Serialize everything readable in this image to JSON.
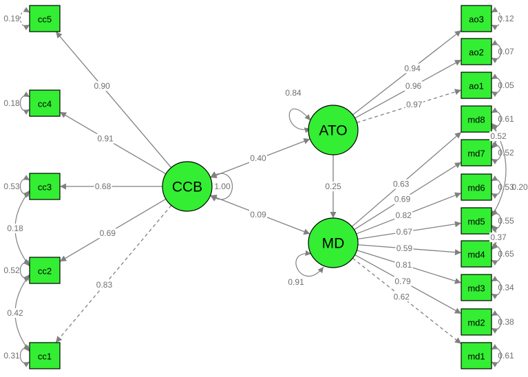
{
  "colors": {
    "node_fill": "#33ee33",
    "edge": "#808080",
    "text": "#6f6f6f"
  },
  "latent": [
    {
      "id": "CCB",
      "label": "CCB",
      "variance": "1.00"
    },
    {
      "id": "ATO",
      "label": "ATO",
      "variance": "0.84"
    },
    {
      "id": "MD",
      "label": "MD",
      "variance": "0.91"
    }
  ],
  "observed": [
    {
      "id": "cc5",
      "label": "cc5",
      "variance": "0.19"
    },
    {
      "id": "cc4",
      "label": "cc4",
      "variance": "0.18"
    },
    {
      "id": "cc3",
      "label": "cc3",
      "variance": "0.53"
    },
    {
      "id": "cc2",
      "label": "cc2",
      "variance": "0.52"
    },
    {
      "id": "cc1",
      "label": "cc1",
      "variance": "0.31"
    },
    {
      "id": "ao3",
      "label": "ao3",
      "variance": "0.12"
    },
    {
      "id": "ao2",
      "label": "ao2",
      "variance": "0.07"
    },
    {
      "id": "ao1",
      "label": "ao1",
      "variance": "0.05"
    },
    {
      "id": "md8",
      "label": "md8",
      "variance": "0.61"
    },
    {
      "id": "md7",
      "label": "md7",
      "variance": "0.52"
    },
    {
      "id": "md6",
      "label": "md6",
      "variance": "0.53"
    },
    {
      "id": "md5",
      "label": "md5",
      "variance": "0.55"
    },
    {
      "id": "md4",
      "label": "md4",
      "variance": "0.65"
    },
    {
      "id": "md3",
      "label": "md3",
      "variance": "0.34"
    },
    {
      "id": "md2",
      "label": "md2",
      "variance": "0.38"
    },
    {
      "id": "md1",
      "label": "md1",
      "variance": "0.61"
    }
  ],
  "loadings": [
    {
      "from": "CCB",
      "to": "cc5",
      "value": "0.90",
      "dashed": false
    },
    {
      "from": "CCB",
      "to": "cc4",
      "value": "0.91",
      "dashed": false
    },
    {
      "from": "CCB",
      "to": "cc3",
      "value": "0.68",
      "dashed": false
    },
    {
      "from": "CCB",
      "to": "cc2",
      "value": "0.69",
      "dashed": false
    },
    {
      "from": "CCB",
      "to": "cc1",
      "value": "0.83",
      "dashed": true
    },
    {
      "from": "ATO",
      "to": "ao3",
      "value": "0.94",
      "dashed": false
    },
    {
      "from": "ATO",
      "to": "ao2",
      "value": "0.96",
      "dashed": false
    },
    {
      "from": "ATO",
      "to": "ao1",
      "value": "0.97",
      "dashed": true
    },
    {
      "from": "MD",
      "to": "md8",
      "value": "0.63",
      "dashed": false
    },
    {
      "from": "MD",
      "to": "md7",
      "value": "0.69",
      "dashed": false
    },
    {
      "from": "MD",
      "to": "md6",
      "value": "0.82",
      "dashed": false
    },
    {
      "from": "MD",
      "to": "md5",
      "value": "0.67",
      "dashed": false
    },
    {
      "from": "MD",
      "to": "md4",
      "value": "0.59",
      "dashed": false
    },
    {
      "from": "MD",
      "to": "md3",
      "value": "0.81",
      "dashed": false
    },
    {
      "from": "MD",
      "to": "md2",
      "value": "0.79",
      "dashed": false
    },
    {
      "from": "MD",
      "to": "md1",
      "value": "0.62",
      "dashed": true
    }
  ],
  "covariances": [
    {
      "from": "CCB",
      "to": "ATO",
      "value": "0.40"
    },
    {
      "from": "CCB",
      "to": "MD",
      "value": "0.09"
    },
    {
      "from": "cc3",
      "to": "cc2",
      "value": "0.18"
    },
    {
      "from": "cc2",
      "to": "cc1",
      "value": "0.42"
    },
    {
      "from": "md8",
      "to": "md5",
      "value": "0.20"
    },
    {
      "from": "md8",
      "to": "md7",
      "value": "0.52"
    },
    {
      "from": "md5",
      "to": "md4",
      "value": "0.37"
    }
  ],
  "regressions": [
    {
      "from": "ATO",
      "to": "MD",
      "value": "0.25"
    }
  ]
}
